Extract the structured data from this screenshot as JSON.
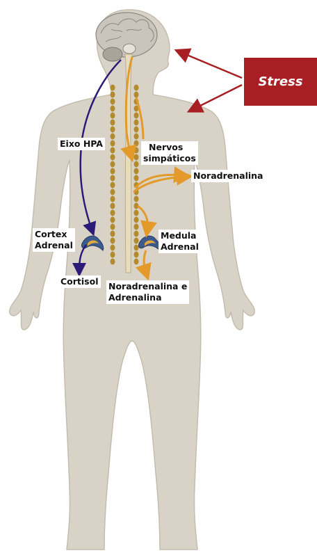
{
  "stress": "Stress",
  "labels": {
    "eixo_hpa": "Eixo HPA",
    "nervos": [
      "Nervos",
      "simpáticos"
    ],
    "noradrenalina": "Noradrenalina",
    "cortex": [
      "Cortex",
      "Adrenal"
    ],
    "medula": [
      "Medula",
      "Adrenal"
    ],
    "cortisol": "Cortisol",
    "noradr_adr": [
      "Noradrenalina e",
      "Adrenalina"
    ]
  },
  "colors": {
    "body": "#d9d3c7",
    "body_outline": "#c4bcae",
    "spine": "#e6dcc0",
    "chain": "#b38a2e",
    "hpa_arrow": "#2c1a78",
    "sympathetic_arrow": "#e39a2b",
    "stress_box": "#a71f23",
    "stress_arrow": "#a71f23",
    "brain": "#c9c4bc"
  }
}
